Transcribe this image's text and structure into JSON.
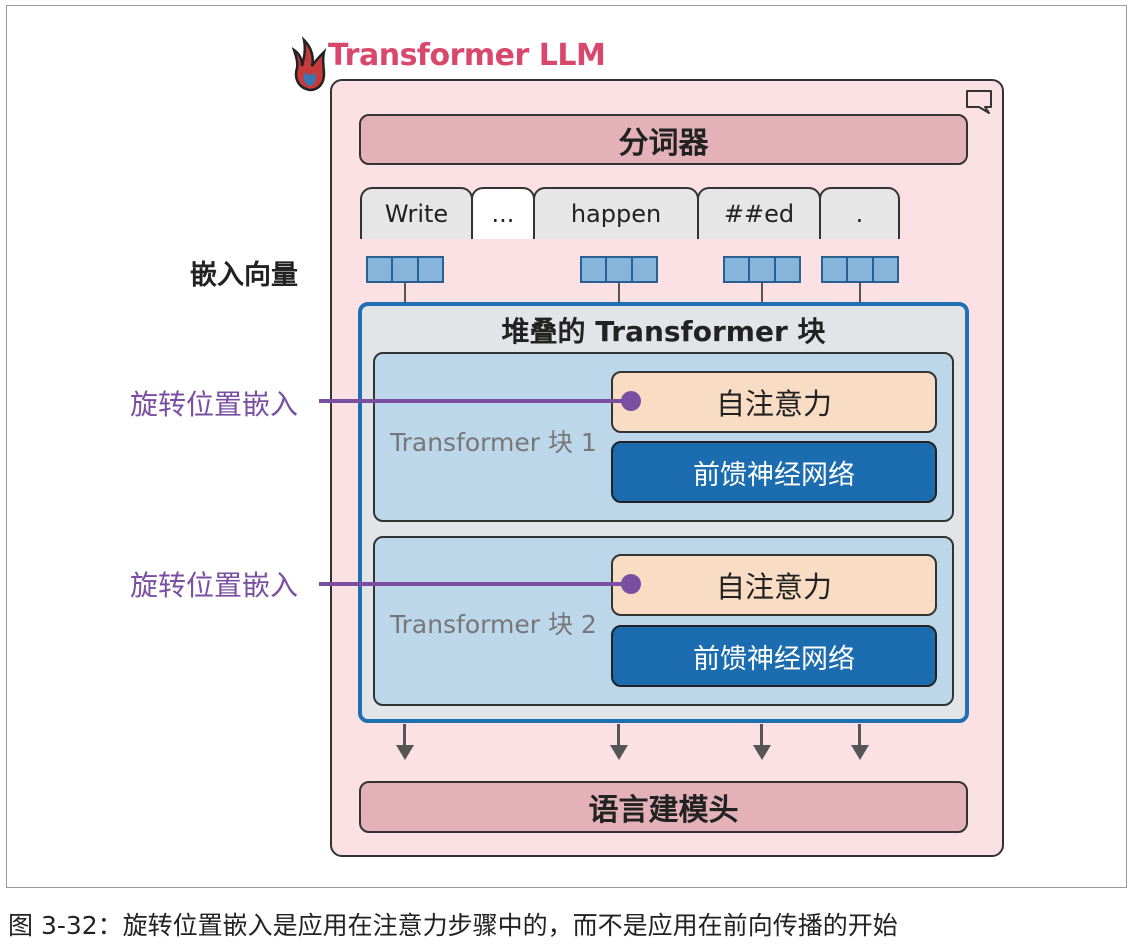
{
  "title": "Transformer LLM",
  "tokenizer": "分词器",
  "tokens": [
    "Write",
    "...",
    "happen",
    "##ed",
    "."
  ],
  "embedding_label": "嵌入向量",
  "stack_title": "堆叠的 Transformer 块",
  "blocks": [
    {
      "label": "Transformer 块 1",
      "attention": "自注意力",
      "ffn": "前馈神经网络"
    },
    {
      "label": "Transformer 块 2",
      "attention": "自注意力",
      "ffn": "前馈神经网络"
    }
  ],
  "rope_labels": [
    "旋转位置嵌入",
    "旋转位置嵌入"
  ],
  "lm_head": "语言建模头",
  "caption": "图 3-32：旋转位置嵌入是应用在注意力步骤中的，而不是应用在前向传播的开始",
  "colors": {
    "title": "#d9486c",
    "outer_fill": "#fbe0e4",
    "bar_fill": "#e4b1b8",
    "stack_border": "#1e6fb4",
    "block_fill": "#bcd6ea",
    "attention_fill": "#f8dcc4",
    "ffn_fill": "#1c6db0",
    "rope": "#7a4fa2",
    "embedding_fill": "#86b5dc"
  }
}
